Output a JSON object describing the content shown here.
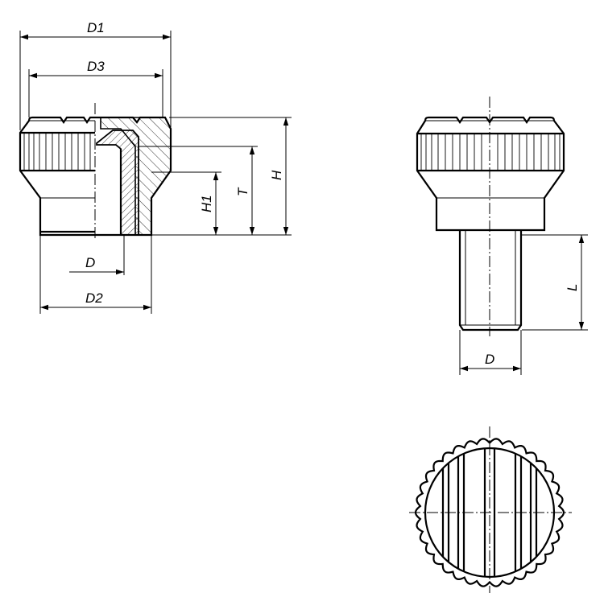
{
  "labels": {
    "d1": "D1",
    "d3": "D3",
    "d": "D",
    "d2": "D2",
    "h1": "H1",
    "t": "T",
    "h": "H",
    "l": "L",
    "d_stud": "D"
  },
  "colors": {
    "line": "#000000",
    "background": "#ffffff"
  }
}
